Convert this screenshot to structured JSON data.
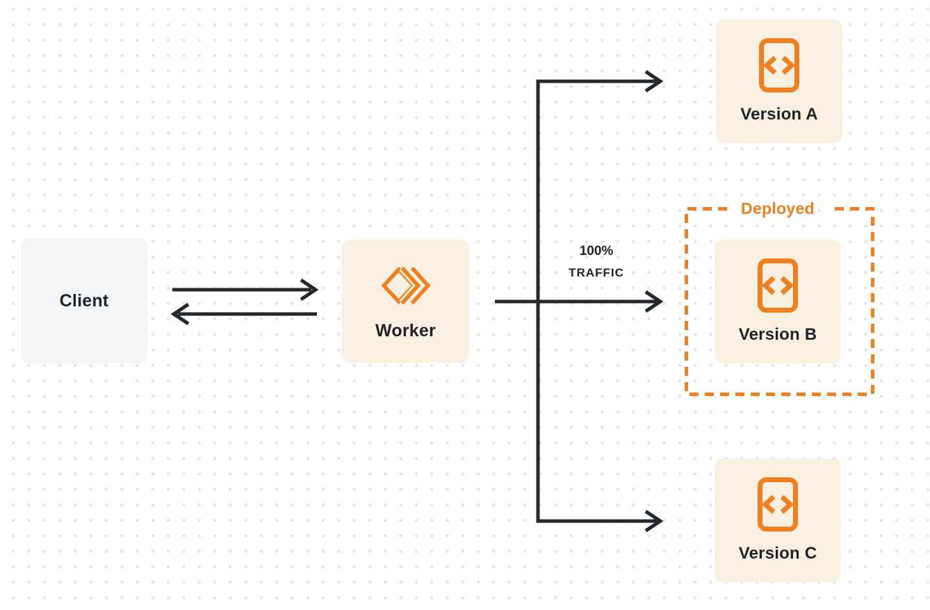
{
  "diagram": {
    "client": {
      "label": "Client"
    },
    "worker": {
      "label": "Worker",
      "icon": "workers-chevron-diamond-icon"
    },
    "versions": [
      {
        "label": "Version A",
        "icon": "code-file-icon"
      },
      {
        "label": "Version B",
        "icon": "code-file-icon"
      },
      {
        "label": "Version C",
        "icon": "code-file-icon"
      }
    ],
    "deployed_badge": {
      "label": "Deployed"
    },
    "traffic_label": {
      "line1": "100%",
      "line2": "TRAFFIC"
    },
    "edges": [
      "client-to-worker-arrow",
      "worker-to-client-arrow",
      "worker-to-version-a-arrow",
      "worker-to-version-b-arrow",
      "worker-to-version-c-arrow"
    ],
    "colors": {
      "orange_accent": "#ef7f1f",
      "peach_node_fill": "#faf0e2",
      "gray_node_fill": "#f4f5f6",
      "arrow_line": "#24272b",
      "text_dark": "#1f2329",
      "dot_grid": "#e4e4e7",
      "background": "#ffffff"
    }
  }
}
